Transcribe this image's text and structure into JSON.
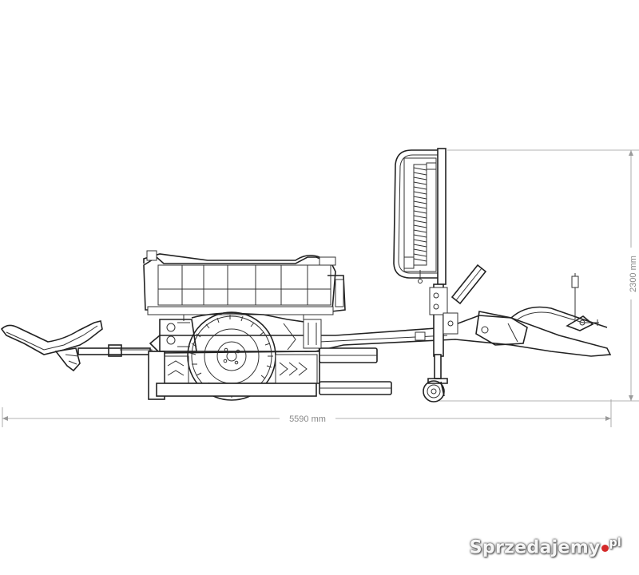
{
  "dimensions": {
    "length_label": "5590 mm",
    "height_label": "2300 mm"
  },
  "watermark": {
    "brand": "Sprzedajemy",
    "tld": "pl"
  },
  "colors": {
    "line": "#222222",
    "dimension": "#9a9a9a",
    "watermark_accent": "#d42a2a"
  }
}
